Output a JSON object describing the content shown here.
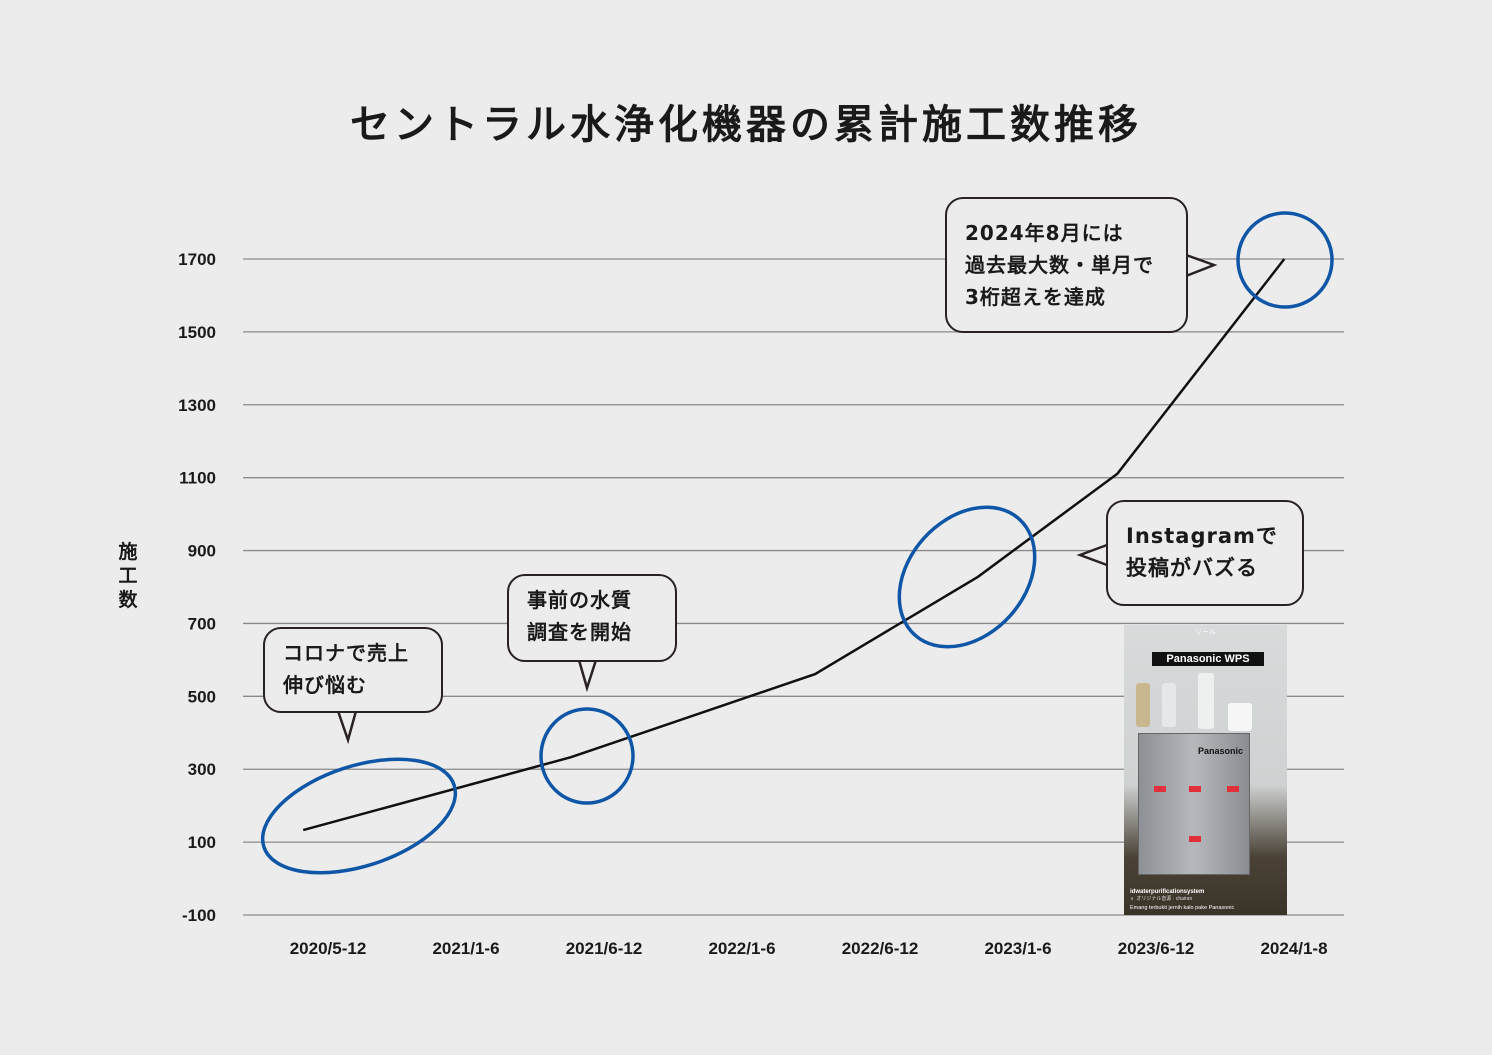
{
  "title": "セントラル水浄化機器の累計施工数推移",
  "chart_data": {
    "type": "line",
    "title": "セントラル水浄化機器の累計施工数推移",
    "xlabel": "",
    "ylabel": "施工数",
    "categories": [
      "2020/5-12",
      "2021/1-6",
      "2021/6-12",
      "2022/1-6",
      "2022/6-12",
      "2023/1-6",
      "2023/6-12",
      "2024/1-8"
    ],
    "y_ticks": [
      1700,
      1500,
      1300,
      1100,
      900,
      700,
      500,
      300,
      100,
      -100
    ],
    "ylim": [
      -100,
      1700
    ],
    "grid": true,
    "series": [
      {
        "name": "累計施工数",
        "x": [
          -0.18,
          1.76,
          3.53,
          4.71,
          5.72,
          6.93
        ],
        "values": [
          133,
          333,
          561,
          828,
          1111,
          1700
        ]
      }
    ],
    "annotations": [
      {
        "text_lines": [
          "コロナで売上",
          "伸び悩む"
        ],
        "x": 0.2,
        "value": 220
      },
      {
        "text_lines": [
          "事前の水質",
          "調査を開始"
        ],
        "x": 1.88,
        "value": 336
      },
      {
        "text_lines": [
          "Instagramで",
          "投稿がバズる"
        ],
        "x": 4.55,
        "value": 845
      },
      {
        "text_lines": [
          "2024年8月には",
          "過去最大数・単月で",
          "3桁超えを達成"
        ],
        "x": 6.94,
        "value": 1700
      }
    ],
    "colors": {
      "line": "#111111",
      "highlight": "#0f57a6",
      "grid": "#8a8a8a"
    }
  },
  "instagram_post": {
    "header": "リール",
    "banner": "Panasonic WPS",
    "brand": "Panasonic",
    "user": "idwaterpurificationsystem",
    "audio": "♬ オリジナル音源 · chairan",
    "caption": "Emang terbukti jernih kalo pake Panasonic"
  }
}
